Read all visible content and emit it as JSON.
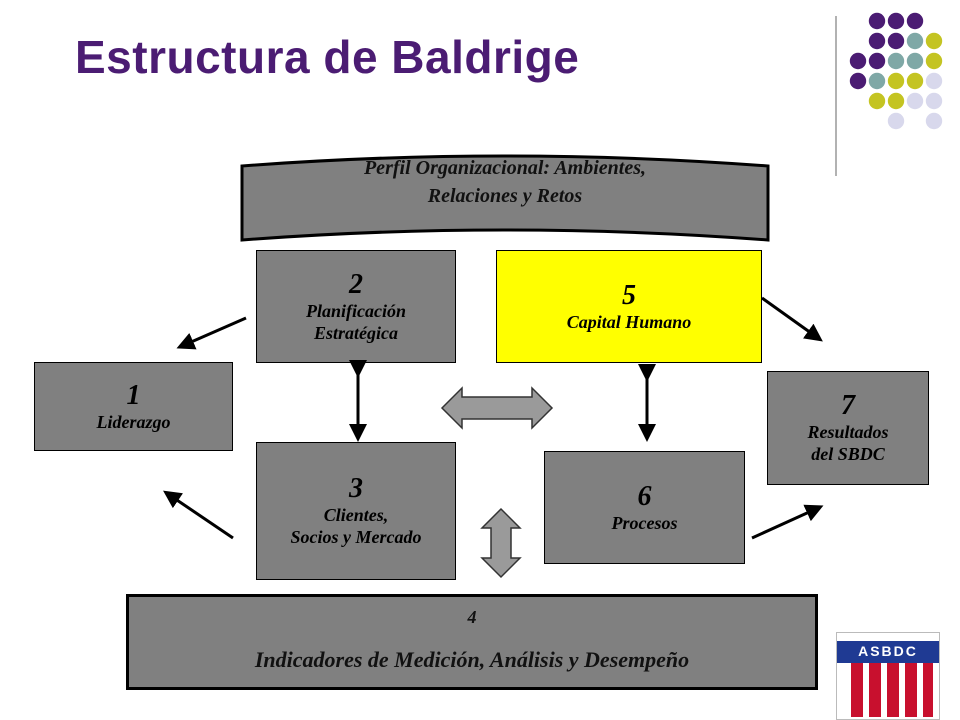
{
  "title": "Estructura de Baldrige",
  "profile": {
    "line1": "Perfil Organizacional: Ambientes,",
    "line2": "Relaciones y Retos"
  },
  "boxes": {
    "b1": {
      "num": "1",
      "label1": "Liderazgo"
    },
    "b2": {
      "num": "2",
      "label1": "Planificación",
      "label2": "Estratégica"
    },
    "b3": {
      "num": "3",
      "label1": "Clientes,",
      "label2": "Socios y Mercado"
    },
    "b5": {
      "num": "5",
      "label1": "Capital Humano"
    },
    "b6": {
      "num": "6",
      "label1": "Procesos"
    },
    "b7": {
      "num": "7",
      "label1": "Resultados",
      "label2": "del SBDC"
    }
  },
  "indicators": {
    "num": "4",
    "label": "Indicadores de Medición, Análisis y Desempeño"
  },
  "logo": {
    "text": "ASBDC"
  },
  "colors": {
    "title": "#4b1c73",
    "box": "#808080",
    "highlight": "#ffff00",
    "dot_purple": "#4b1c73",
    "dot_teal": "#7fa8a6",
    "dot_olive": "#c4c422",
    "dot_lavender": "#d8d8ec"
  }
}
